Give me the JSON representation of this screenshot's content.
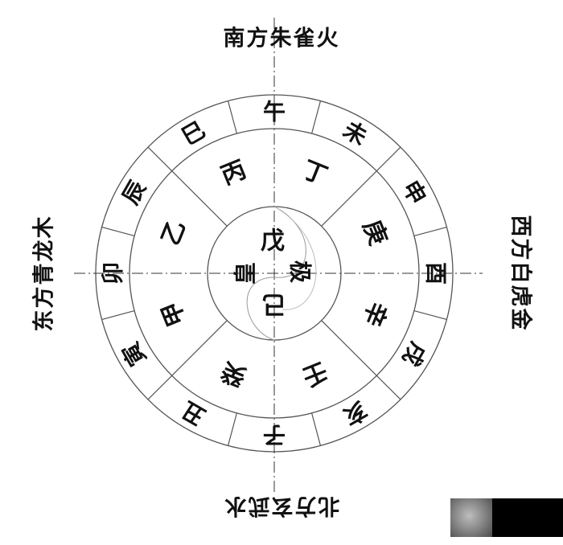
{
  "directions": {
    "south": "南方朱雀火",
    "north": "北方玄武水",
    "east": "东方青龙木",
    "west": "西方白虎金"
  },
  "earthly_branches": [
    "午",
    "未",
    "申",
    "酉",
    "戌",
    "亥",
    "子",
    "丑",
    "寅",
    "卯",
    "辰",
    "巳"
  ],
  "heavenly_stems": [
    "丙",
    "丁",
    "庚",
    "辛",
    "壬",
    "癸",
    "甲",
    "乙"
  ],
  "center": {
    "top": "戊",
    "bottom": "己",
    "left_vertical": "皇",
    "right_vertical": "极"
  }
}
